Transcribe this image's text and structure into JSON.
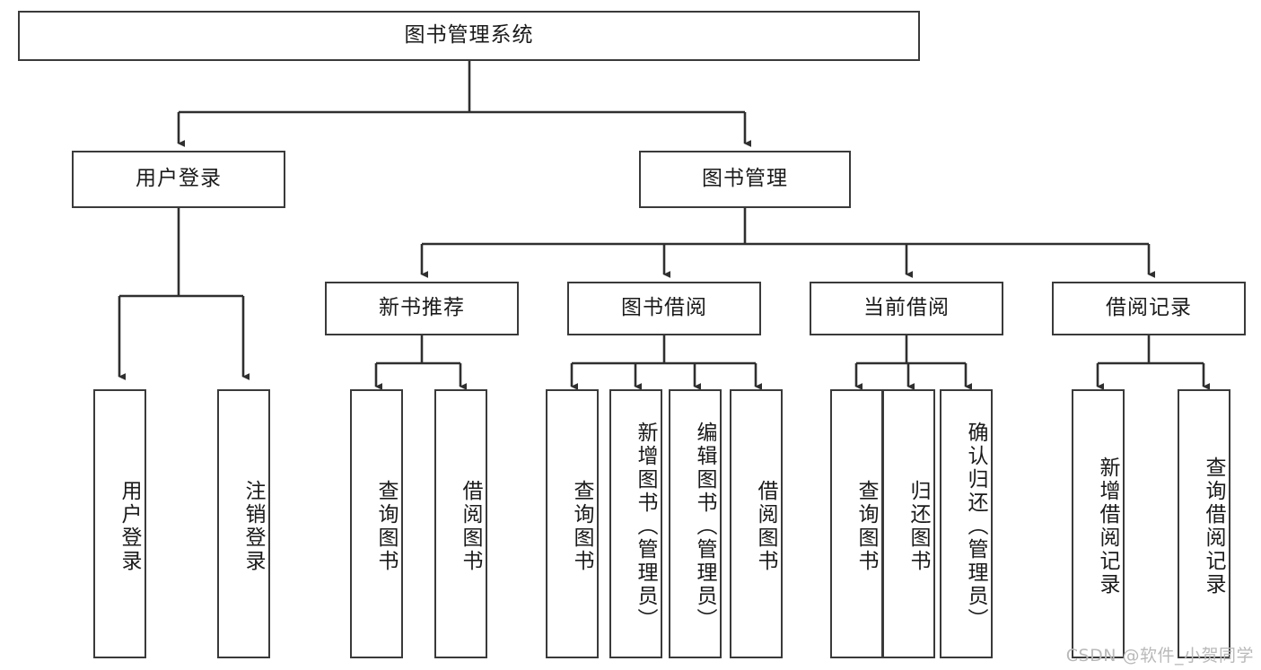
{
  "diagram": {
    "type": "tree-hierarchy",
    "title": "图书管理系统",
    "root": {
      "label": "图书管理系统"
    },
    "level2": [
      {
        "label": "用户登录"
      },
      {
        "label": "图书管理"
      }
    ],
    "level3": [
      {
        "label": "新书推荐"
      },
      {
        "label": "图书借阅"
      },
      {
        "label": "当前借阅"
      },
      {
        "label": "借阅记录"
      }
    ],
    "leaves": {
      "user_login": [
        {
          "label": "用户登录"
        },
        {
          "label": "注销登录"
        }
      ],
      "new_book_recommend": [
        {
          "label": "查询图书"
        },
        {
          "label": "借阅图书"
        }
      ],
      "book_borrow": [
        {
          "label": "查询图书"
        },
        {
          "label": "新增图书（管理员）"
        },
        {
          "label": "编辑图书（管理员）"
        },
        {
          "label": "借阅图书"
        }
      ],
      "current_borrow": [
        {
          "label": "查询图书"
        },
        {
          "label": "归还图书"
        },
        {
          "label": "确认归还（管理员）"
        }
      ],
      "borrow_record": [
        {
          "label": "新增借阅记录"
        },
        {
          "label": "查询借阅记录"
        }
      ]
    }
  },
  "watermark": {
    "text": "CSDN @软件_小贺同学"
  },
  "colors": {
    "border": "#3a3a3a",
    "text": "#1a1a1a",
    "background": "#ffffff",
    "watermark": "#b9b9b9"
  }
}
